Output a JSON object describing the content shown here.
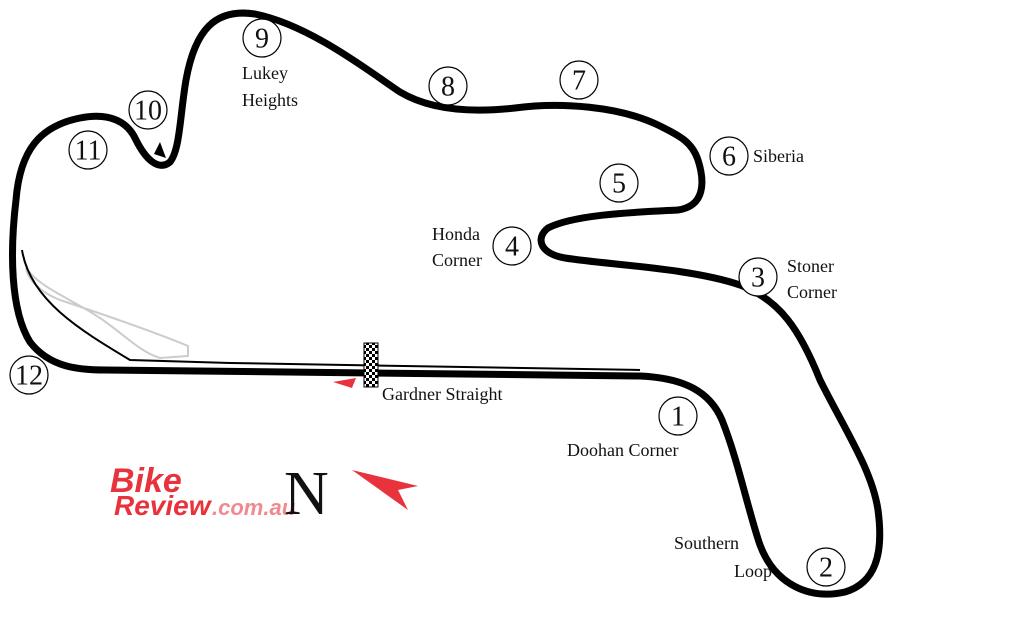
{
  "map": {
    "corners": [
      {
        "number": "1"
      },
      {
        "number": "2"
      },
      {
        "number": "3"
      },
      {
        "number": "4"
      },
      {
        "number": "5"
      },
      {
        "number": "6"
      },
      {
        "number": "7"
      },
      {
        "number": "8"
      },
      {
        "number": "9"
      },
      {
        "number": "10"
      },
      {
        "number": "11"
      },
      {
        "number": "12"
      }
    ],
    "labels": {
      "doohan": "Doohan Corner",
      "southern_1": "Southern",
      "southern_2": "Loop",
      "stoner_1": "Stoner",
      "stoner_2": "Corner",
      "honda_1": "Honda",
      "honda_2": "Corner",
      "siberia": "Siberia",
      "lukey_1": "Lukey",
      "lukey_2": "Heights",
      "gardner": "Gardner Straight"
    },
    "compass": "N",
    "watermark": {
      "part1": "Bike",
      "part2": "Review",
      "part3": ".com.au"
    },
    "colors": {
      "track": "#000000",
      "pit_lane": "#cccccc",
      "accent": "#e8323c"
    }
  }
}
